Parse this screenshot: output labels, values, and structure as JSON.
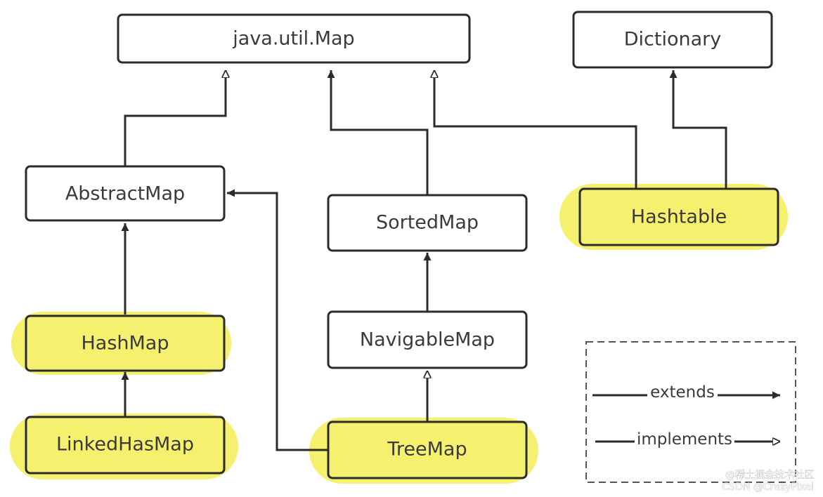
{
  "nodes": {
    "map": "java.util.Map",
    "dictionary": "Dictionary",
    "abstract_map": "AbstractMap",
    "sorted_map": "SortedMap",
    "hashtable": "Hashtable",
    "hash_map": "HashMap",
    "navigable_map": "NavigableMap",
    "linked_hash_map": "LinkedHasMap",
    "tree_map": "TreeMap"
  },
  "legend": {
    "extends": "extends",
    "implements": "implements"
  },
  "watermark": {
    "line1": "@稀土掘金技术社区",
    "line2": "CSDN @CrazyPixel"
  },
  "colors": {
    "highlight": "#f5f06e",
    "border": "#2b2b2b",
    "text": "#3a3a3a",
    "legend_border": "#555555"
  }
}
